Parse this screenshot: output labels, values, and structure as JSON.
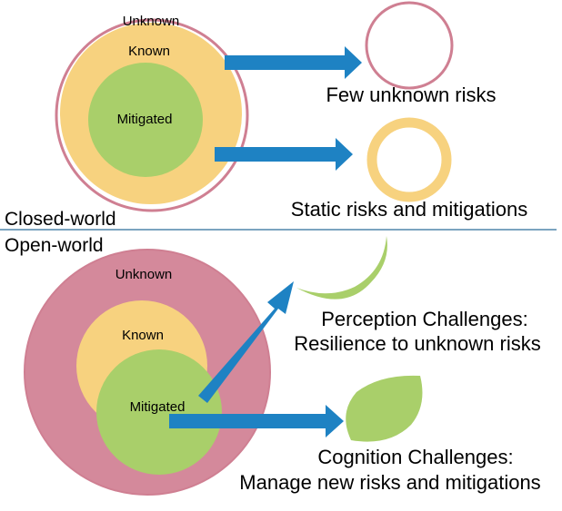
{
  "closed_world": {
    "section_label": "Closed-world",
    "unknown_label": "Unknown",
    "known_label": "Known",
    "mitigated_label": "Mitigated",
    "outcome_1": "Few unknown risks",
    "outcome_2": "Static risks and mitigations"
  },
  "open_world": {
    "section_label": "Open-world",
    "unknown_label": "Unknown",
    "known_label": "Known",
    "mitigated_label": "Mitigated",
    "outcome_1_line1": "Perception Challenges:",
    "outcome_1_line2": "Resilience to unknown risks",
    "outcome_2_line1": "Cognition Challenges:",
    "outcome_2_line2": "Manage new risks and mitigations"
  },
  "colors": {
    "unknown_ring": "#cf7f92",
    "unknown_fill": "#d4899b",
    "known_fill": "#f7d27f",
    "mitigated_fill": "#a9cf6a",
    "mitigated_overlap": "#8fae5e",
    "arrow": "#1e82c3",
    "divider": "#2c6e9a"
  }
}
